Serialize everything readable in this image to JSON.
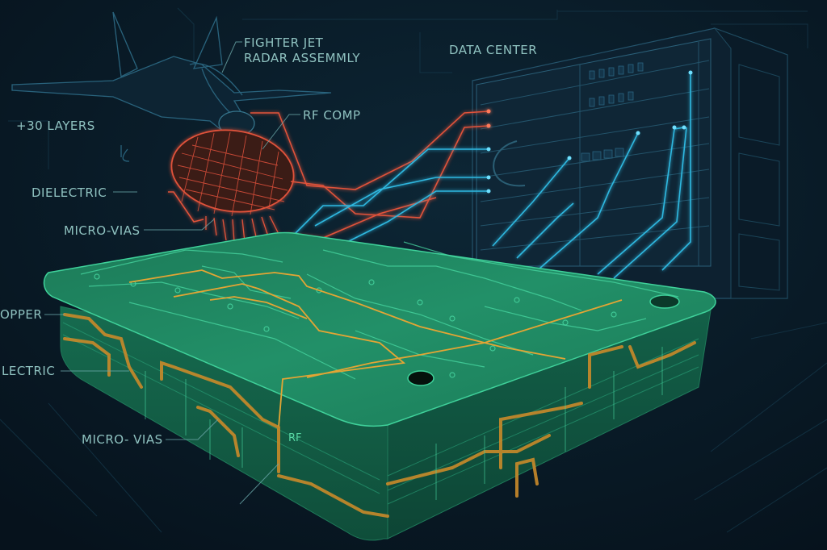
{
  "illustration": {
    "subject": "multilayer-pcb-applications",
    "colors": {
      "background": "#07141f",
      "label_text": "#8fc2c0",
      "pcb_green": "#1f8a62",
      "pcb_green_dark": "#135d45",
      "pcb_trace_light": "#3fd19a",
      "copper_trace": "#d29a2e",
      "rf_red": "#e0523a",
      "data_cyan": "#2fb8e0",
      "blueprint_line": "#1d4c63"
    }
  },
  "labels": {
    "fighter_jet_line1": "FIGHTER JET",
    "fighter_jet_line2": "RADAR ASSEMMLY",
    "data_center": "DATA CENTER",
    "layers": "+30 LAYERS",
    "rf_comp": "RF COMP",
    "dielectric_top": "DIELECTRIC",
    "micro_vias_top": "MICRO-VIAS",
    "copper": "OPPER",
    "dielectric_side": "LECTRIC",
    "micro_vias_side": "MICRO- VIAS",
    "rf_board": "RF"
  },
  "icons": {
    "jet": "fighter-jet-icon",
    "radar": "radar-array-icon",
    "server_rack": "server-rack-icon",
    "pcb": "pcb-board-icon"
  }
}
